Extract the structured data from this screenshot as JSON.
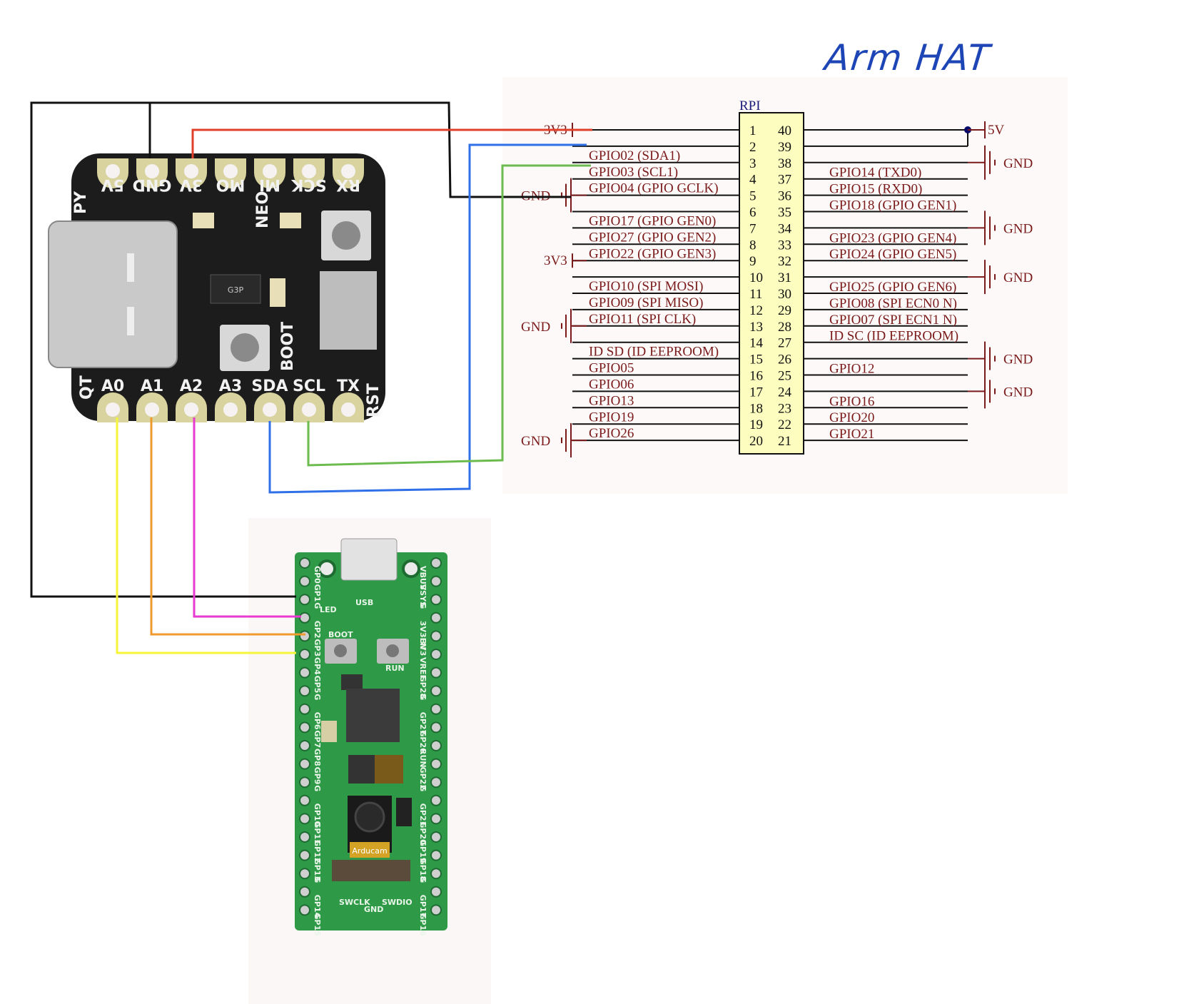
{
  "title": "Arm HAT",
  "schematic": {
    "connector_label": "RPI",
    "left_pins": [
      {
        "pin": "1",
        "net": "3V3",
        "label": ""
      },
      {
        "pin": "2",
        "net": "",
        "label": "GPIO02 (SDA1)"
      },
      {
        "pin": "3",
        "net": "",
        "label": "GPIO03 (SCL1)"
      },
      {
        "pin": "4",
        "net": "",
        "label": "GPIO04 (GPIO GCLK)"
      },
      {
        "pin": "5",
        "net": "GND",
        "label": ""
      },
      {
        "pin": "6",
        "net": "",
        "label": "GPIO17 (GPIO GEN0)"
      },
      {
        "pin": "7",
        "net": "",
        "label": "GPIO27 (GPIO GEN2)"
      },
      {
        "pin": "8",
        "net": "",
        "label": "GPIO22 (GPIO GEN3)"
      },
      {
        "pin": "9",
        "net": "3V3",
        "label": ""
      },
      {
        "pin": "10",
        "net": "",
        "label": "GPIO10 (SPI MOSI)"
      },
      {
        "pin": "11",
        "net": "",
        "label": "GPIO09 (SPI MISO)"
      },
      {
        "pin": "12",
        "net": "",
        "label": "GPIO11 (SPI CLK)"
      },
      {
        "pin": "13",
        "net": "GND",
        "label": ""
      },
      {
        "pin": "14",
        "net": "",
        "label": "ID SD (ID EEPROOM)"
      },
      {
        "pin": "15",
        "net": "",
        "label": "GPIO05"
      },
      {
        "pin": "16",
        "net": "",
        "label": "GPIO06"
      },
      {
        "pin": "17",
        "net": "",
        "label": "GPIO13"
      },
      {
        "pin": "18",
        "net": "",
        "label": "GPIO19"
      },
      {
        "pin": "19",
        "net": "",
        "label": "GPIO26"
      },
      {
        "pin": "20",
        "net": "GND",
        "label": ""
      }
    ],
    "right_pins": [
      {
        "pin": "40",
        "net": "5V",
        "label": ""
      },
      {
        "pin": "39",
        "net": "5V",
        "label": ""
      },
      {
        "pin": "38",
        "net": "GND",
        "label": ""
      },
      {
        "pin": "37",
        "net": "",
        "label": "GPIO14 (TXD0)"
      },
      {
        "pin": "36",
        "net": "",
        "label": "GPIO15 (RXD0)"
      },
      {
        "pin": "35",
        "net": "",
        "label": "GPIO18 (GPIO GEN1)"
      },
      {
        "pin": "34",
        "net": "GND",
        "label": ""
      },
      {
        "pin": "33",
        "net": "",
        "label": "GPIO23 (GPIO GEN4)"
      },
      {
        "pin": "32",
        "net": "",
        "label": "GPIO24 (GPIO GEN5)"
      },
      {
        "pin": "31",
        "net": "GND",
        "label": ""
      },
      {
        "pin": "30",
        "net": "",
        "label": "GPIO25 (GPIO GEN6)"
      },
      {
        "pin": "29",
        "net": "",
        "label": "GPIO08 (SPI ECN0 N)"
      },
      {
        "pin": "28",
        "net": "",
        "label": "GPIO07 (SPI ECN1 N)"
      },
      {
        "pin": "27",
        "net": "",
        "label": "ID SC (ID EEPROOM)"
      },
      {
        "pin": "26",
        "net": "GND",
        "label": ""
      },
      {
        "pin": "25",
        "net": "",
        "label": "GPIO12"
      },
      {
        "pin": "24",
        "net": "GND",
        "label": ""
      },
      {
        "pin": "23",
        "net": "",
        "label": "GPIO16"
      },
      {
        "pin": "22",
        "net": "",
        "label": "GPIO20"
      },
      {
        "pin": "21",
        "net": "",
        "label": "GPIO21"
      }
    ],
    "left_power_labels": [
      "3V3",
      "GND",
      "3V3",
      "GND",
      "GND"
    ],
    "right_power_labels": [
      "5V",
      "GND",
      "GND",
      "GND",
      "GND",
      "GND"
    ]
  },
  "qtpy_board": {
    "top_pins": [
      "5V",
      "GND",
      "3V",
      "MO",
      "MI",
      "SCK",
      "RX"
    ],
    "bottom_pins": [
      "A0",
      "A1",
      "A2",
      "A3",
      "SDA",
      "SCL",
      "TX"
    ],
    "side_labels": [
      "PY",
      "QT",
      "RST"
    ],
    "component_labels": [
      "NEO",
      "BOOT",
      "G3P"
    ]
  },
  "pico_board": {
    "labels": [
      "LED",
      "USB",
      "BOOT",
      "RUN",
      "Arducam",
      "SWCLK",
      "GND",
      "SWDIO"
    ],
    "left_pins": [
      "GP0",
      "GP1",
      "G",
      "GP2",
      "GP3",
      "GP4",
      "GP5",
      "G",
      "GP6",
      "GP7",
      "GP8",
      "GP9",
      "G",
      "GP10",
      "GP11",
      "GP12",
      "GP13",
      "G",
      "GP14",
      "GP15"
    ],
    "right_pins": [
      "VBUS",
      "VSYS",
      "G",
      "3V3EN",
      "3V3",
      "VREF",
      "GP28",
      "G",
      "GP27",
      "GP26",
      "RUN",
      "GP22",
      "G",
      "GP21",
      "GP20",
      "GP19",
      "GP18",
      "G",
      "GP17",
      "GP16"
    ]
  },
  "wires": [
    {
      "name": "gnd-wire",
      "color": "#111111",
      "from": "QT Py GND",
      "to": "RPI pin 5 GND / Pico G"
    },
    {
      "name": "3v3-wire",
      "color": "#e0402a",
      "from": "QT Py 3V",
      "to": "RPI pin 1 3V3"
    },
    {
      "name": "sda-wire",
      "color": "#2f6fe8",
      "from": "QT Py SDA",
      "to": "RPI pin 2 GPIO02 (SDA1)"
    },
    {
      "name": "scl-wire",
      "color": "#6cbb4e",
      "from": "QT Py SCL",
      "to": "RPI pin 3 GPIO03 (SCL1)"
    },
    {
      "name": "a0-wire",
      "color": "#f5f53a",
      "from": "QT Py A0",
      "to": "Pico GP4"
    },
    {
      "name": "a1-wire",
      "color": "#ef9a2c",
      "from": "QT Py A1",
      "to": "Pico GP3"
    },
    {
      "name": "a2-wire",
      "color": "#e83ad0",
      "from": "QT Py A2",
      "to": "Pico GP2"
    }
  ],
  "colors": {
    "schematic_text": "#7a1a1a",
    "connector_fill": "#fdfdc0",
    "title_ink": "#1d45b5",
    "pico_pcb": "#2e9a47",
    "qtpy_pcb": "#1c1c1c",
    "pad_gold": "#d9d3a0"
  }
}
